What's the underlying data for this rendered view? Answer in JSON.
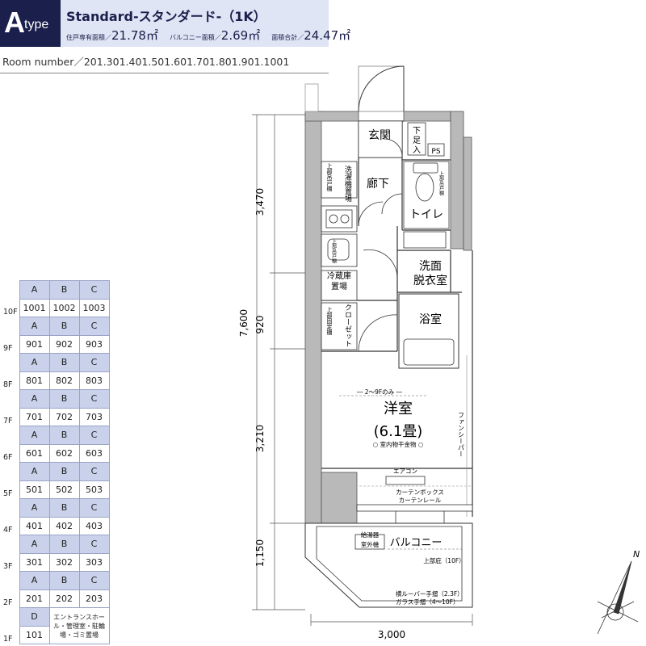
{
  "header": {
    "type_letter": "A",
    "type_suffix": "type",
    "title": "Standard-スタンダード-（1K）",
    "areas": [
      {
        "label": "住戸専有面積／",
        "value": "21.78㎡"
      },
      {
        "label": "バルコニー面積／",
        "value": "2.69㎡"
      },
      {
        "label": "面積合計／",
        "value": "24.47㎡"
      }
    ],
    "room_numbers": "Room number／201.301.401.501.601.701.801.901.1001"
  },
  "unit_table": [
    {
      "floor": "10F",
      "labels": [
        "A",
        "B",
        "C"
      ],
      "numbers": [
        "1001",
        "1002",
        "1003"
      ]
    },
    {
      "floor": "9F",
      "labels": [
        "A",
        "B",
        "C"
      ],
      "numbers": [
        "901",
        "902",
        "903"
      ]
    },
    {
      "floor": "8F",
      "labels": [
        "A",
        "B",
        "C"
      ],
      "numbers": [
        "801",
        "802",
        "803"
      ]
    },
    {
      "floor": "7F",
      "labels": [
        "A",
        "B",
        "C"
      ],
      "numbers": [
        "701",
        "702",
        "703"
      ]
    },
    {
      "floor": "6F",
      "labels": [
        "A",
        "B",
        "C"
      ],
      "numbers": [
        "601",
        "602",
        "603"
      ]
    },
    {
      "floor": "5F",
      "labels": [
        "A",
        "B",
        "C"
      ],
      "numbers": [
        "501",
        "502",
        "503"
      ]
    },
    {
      "floor": "4F",
      "labels": [
        "A",
        "B",
        "C"
      ],
      "numbers": [
        "401",
        "402",
        "403"
      ]
    },
    {
      "floor": "3F",
      "labels": [
        "A",
        "B",
        "C"
      ],
      "numbers": [
        "301",
        "302",
        "303"
      ]
    },
    {
      "floor": "2F",
      "labels": [
        "A",
        "B",
        "C"
      ],
      "numbers": [
        "201",
        "202",
        "203"
      ]
    },
    {
      "floor": "1F",
      "labels": [
        "D"
      ],
      "numbers": [
        "101"
      ],
      "note": "エントランスホール・管理室・駐輪場・ゴミ置場"
    }
  ],
  "plan": {
    "rooms": {
      "entrance": "玄関",
      "shoe_box": "下足入",
      "ps": "PS",
      "hallway": "廊下",
      "toilet": "トイレ",
      "wash_room": "洗面\n脱衣室",
      "bathroom": "浴室",
      "western_room": "洋室",
      "western_room_size": "(6.1畳)",
      "balcony": "バルコニー"
    },
    "labels": {
      "laundry": "洗濯機置場",
      "upper_shelf_1": "上部吊戸棚",
      "upper_shelf_2": "上部吊戸棚",
      "upper_shelf_3": "上部吊戸棚",
      "fridge": "冷蔵庫置場",
      "closet": "クローゼット",
      "upper_shelf_closet": "上部固定棚",
      "floor_note": "2～9Fのみ",
      "drying": "○ 室内物干金物 ○",
      "aircon": "エアコン",
      "curtain_box": "カーテンボックス",
      "curtain_rail": "カーテンレール",
      "fan_louver": "ファンシーパー",
      "water_heater": "給湯器",
      "outdoor_unit": "室外機",
      "upper_eave": "上部庇（10F）",
      "rail_note_1": "横ルーバー手摺（2.3F）",
      "rail_note_2": "ガラス手摺（4～10F）",
      "north": "N"
    },
    "dimensions": {
      "total_depth": "7,600",
      "d1": "3,470",
      "d2": "920",
      "d3": "3,210",
      "d4": "1,150",
      "width": "3,000"
    }
  }
}
